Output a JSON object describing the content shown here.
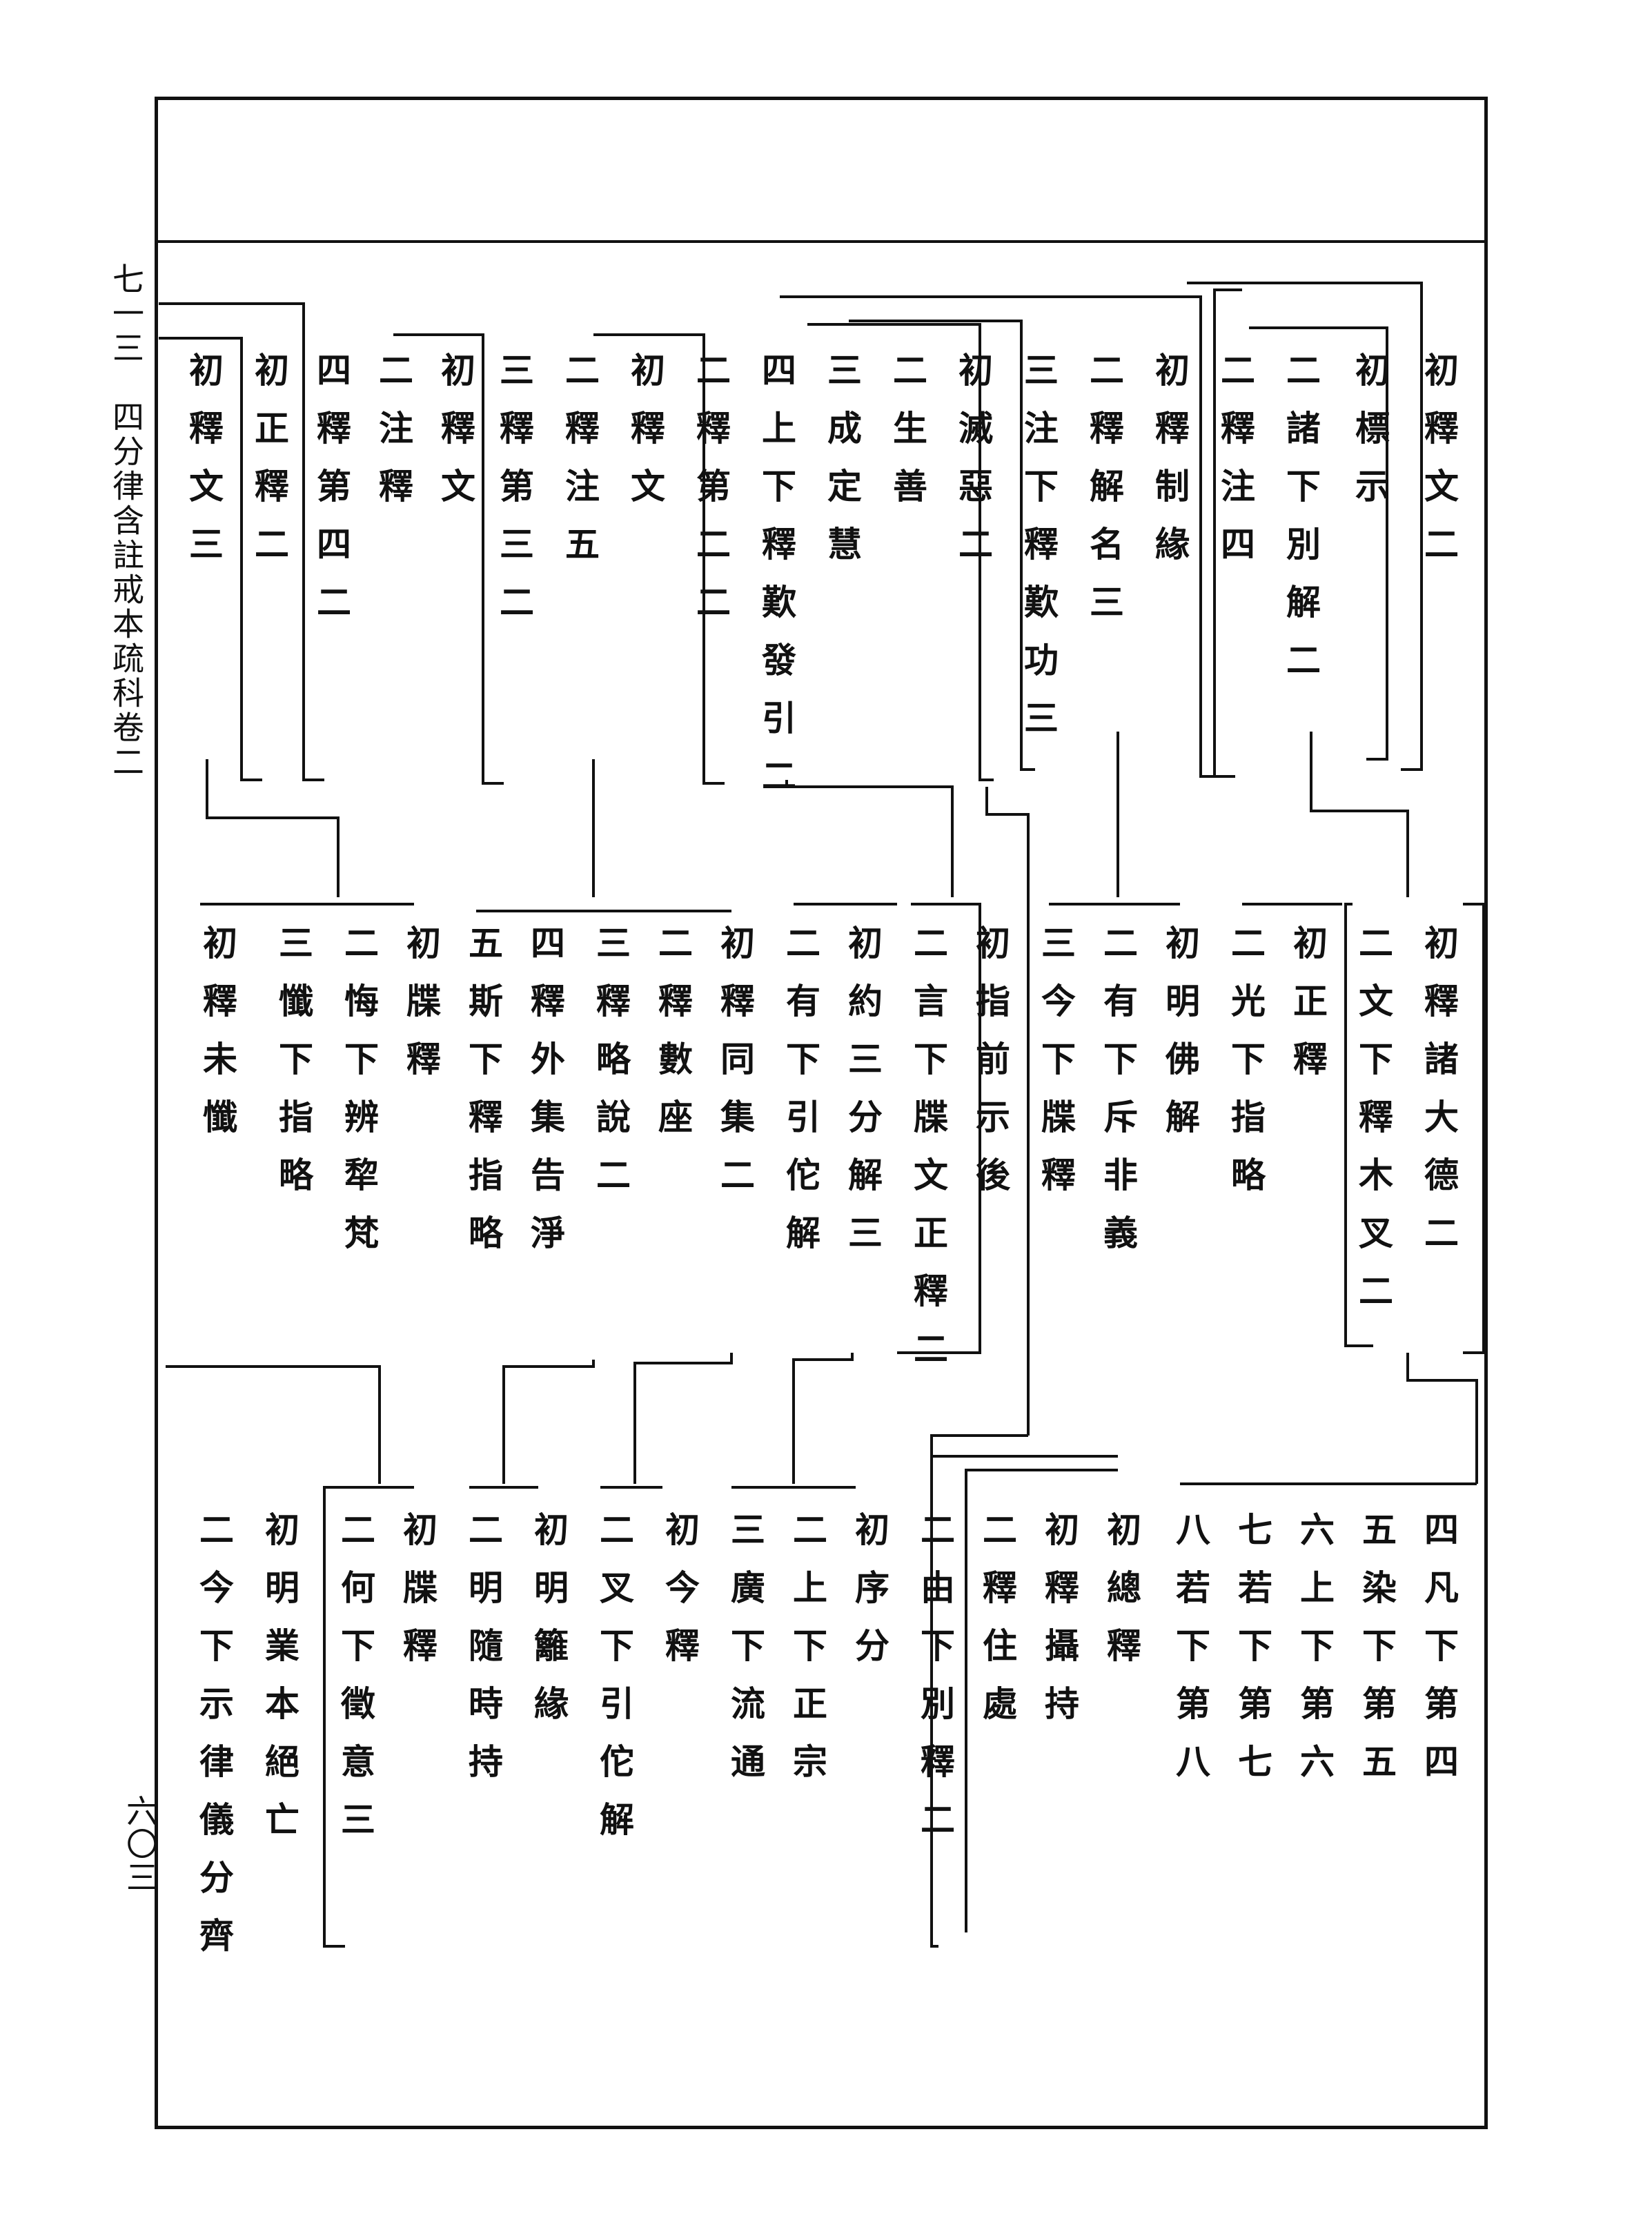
{
  "margin": {
    "header": "七一三　四分律含註戒本疏科卷二",
    "folio": "六〇三"
  },
  "rows": [
    {
      "id": "row1",
      "nodes": [
        {
          "text": "初釋文二"
        },
        {
          "text": "初標示"
        },
        {
          "text": "二諸下別解二"
        },
        {
          "text": "二釋注四"
        },
        {
          "text": "初釋制緣"
        },
        {
          "text": "二釋解名三"
        },
        {
          "text": "三注下釋歎功三"
        },
        {
          "text": "初滅惡二"
        },
        {
          "text": "二生善"
        },
        {
          "text": "三成定慧"
        },
        {
          "text": "四上下釋歎發引二"
        },
        {
          "text": "二釋第二二"
        },
        {
          "text": "初釋文"
        },
        {
          "text": "二釋注五"
        },
        {
          "text": "三釋第三二"
        },
        {
          "text": "初釋文"
        },
        {
          "text": "二注釋"
        },
        {
          "text": "四釋第四二"
        },
        {
          "text": "初正釋二"
        },
        {
          "text": "初釋文三"
        }
      ]
    },
    {
      "id": "row2",
      "nodes": [
        {
          "text": "初釋諸大德二"
        },
        {
          "text": "二文下釋木叉二"
        },
        {
          "text": "初正釋"
        },
        {
          "text": "二光下指略"
        },
        {
          "text": "初明佛解"
        },
        {
          "text": "二有下斥非義"
        },
        {
          "text": "三今下牒釋"
        },
        {
          "text": "初指前示後"
        },
        {
          "text": "二言下牒文正釋二"
        },
        {
          "text": "初約三分解三"
        },
        {
          "text": "二有下引佗解"
        },
        {
          "text": "初釋同集二"
        },
        {
          "text": "二釋數座"
        },
        {
          "text": "三釋略說二"
        },
        {
          "text": "四釋外集告淨"
        },
        {
          "text": "五斯下釋指略"
        },
        {
          "text": "初牒釋"
        },
        {
          "text": "二悔下辨犂梵"
        },
        {
          "text": "三懺下指略"
        },
        {
          "text": "初釋未懺"
        }
      ]
    },
    {
      "id": "row3",
      "nodes": [
        {
          "text": "四凡下第四"
        },
        {
          "text": "五染下第五"
        },
        {
          "text": "六上下第六"
        },
        {
          "text": "七若下第七"
        },
        {
          "text": "八若下第八"
        },
        {
          "text": "初總釋"
        },
        {
          "text": "初釋攝持"
        },
        {
          "text": "二釋住處"
        },
        {
          "text": "二由下別釋二"
        },
        {
          "text": "初序分"
        },
        {
          "text": "二上下正宗"
        },
        {
          "text": "三廣下流通"
        },
        {
          "text": "初今釋"
        },
        {
          "text": "二叉下引佗解"
        },
        {
          "text": "初明籬緣"
        },
        {
          "text": "二明隨時持"
        },
        {
          "text": "初牒釋"
        },
        {
          "text": "二何下徵意三"
        },
        {
          "text": "初明業本絕亡"
        },
        {
          "text": "二今下示律儀分齊"
        }
      ]
    }
  ]
}
